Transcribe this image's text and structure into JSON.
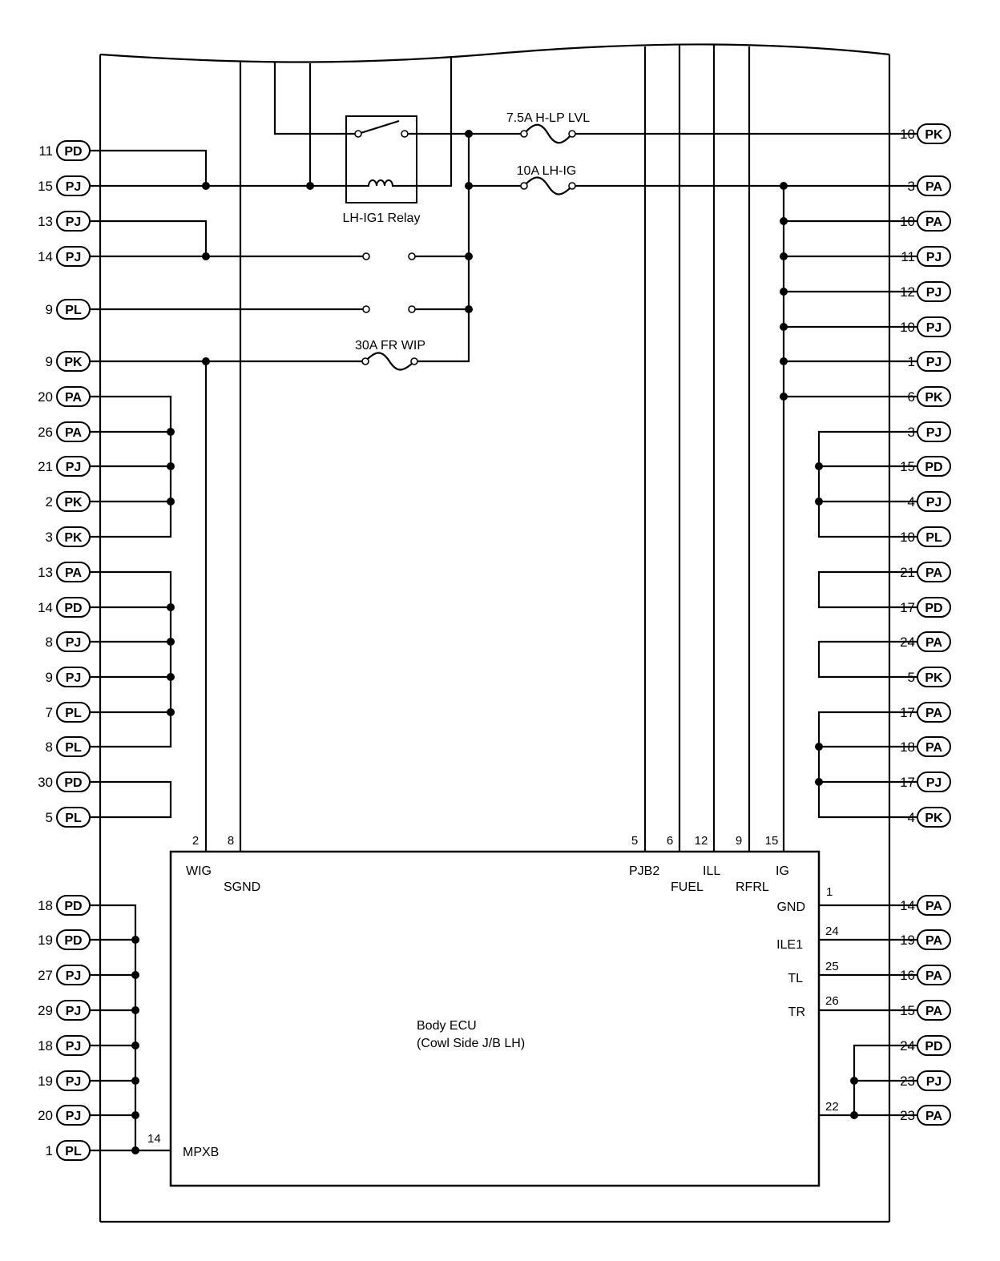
{
  "connectors_left": [
    {
      "pin": "11",
      "conn": "PD"
    },
    {
      "pin": "15",
      "conn": "PJ"
    },
    {
      "pin": "13",
      "conn": "PJ"
    },
    {
      "pin": "14",
      "conn": "PJ"
    },
    {
      "pin": "9",
      "conn": "PL"
    },
    {
      "pin": "9",
      "conn": "PK"
    },
    {
      "pin": "20",
      "conn": "PA"
    },
    {
      "pin": "26",
      "conn": "PA"
    },
    {
      "pin": "21",
      "conn": "PJ"
    },
    {
      "pin": "2",
      "conn": "PK"
    },
    {
      "pin": "3",
      "conn": "PK"
    },
    {
      "pin": "13",
      "conn": "PA"
    },
    {
      "pin": "14",
      "conn": "PD"
    },
    {
      "pin": "8",
      "conn": "PJ"
    },
    {
      "pin": "9",
      "conn": "PJ"
    },
    {
      "pin": "7",
      "conn": "PL"
    },
    {
      "pin": "8",
      "conn": "PL"
    },
    {
      "pin": "30",
      "conn": "PD"
    },
    {
      "pin": "5",
      "conn": "PL"
    },
    {
      "pin": "18",
      "conn": "PD"
    },
    {
      "pin": "19",
      "conn": "PD"
    },
    {
      "pin": "27",
      "conn": "PJ"
    },
    {
      "pin": "29",
      "conn": "PJ"
    },
    {
      "pin": "18",
      "conn": "PJ"
    },
    {
      "pin": "19",
      "conn": "PJ"
    },
    {
      "pin": "20",
      "conn": "PJ"
    },
    {
      "pin": "1",
      "conn": "PL"
    }
  ],
  "connectors_right": [
    {
      "pin": "10",
      "conn": "PK"
    },
    {
      "pin": "3",
      "conn": "PA"
    },
    {
      "pin": "10",
      "conn": "PA"
    },
    {
      "pin": "11",
      "conn": "PJ"
    },
    {
      "pin": "12",
      "conn": "PJ"
    },
    {
      "pin": "10",
      "conn": "PJ"
    },
    {
      "pin": "1",
      "conn": "PJ"
    },
    {
      "pin": "6",
      "conn": "PK"
    },
    {
      "pin": "3",
      "conn": "PJ"
    },
    {
      "pin": "15",
      "conn": "PD"
    },
    {
      "pin": "4",
      "conn": "PJ"
    },
    {
      "pin": "10",
      "conn": "PL"
    },
    {
      "pin": "21",
      "conn": "PA"
    },
    {
      "pin": "17",
      "conn": "PD"
    },
    {
      "pin": "24",
      "conn": "PA"
    },
    {
      "pin": "5",
      "conn": "PK"
    },
    {
      "pin": "17",
      "conn": "PA"
    },
    {
      "pin": "18",
      "conn": "PA"
    },
    {
      "pin": "17",
      "conn": "PJ"
    },
    {
      "pin": "4",
      "conn": "PK"
    },
    {
      "pin": "14",
      "conn": "PA"
    },
    {
      "pin": "19",
      "conn": "PA"
    },
    {
      "pin": "16",
      "conn": "PA"
    },
    {
      "pin": "15",
      "conn": "PA"
    },
    {
      "pin": "24",
      "conn": "PD"
    },
    {
      "pin": "23",
      "conn": "PJ"
    },
    {
      "pin": "23",
      "conn": "PA"
    }
  ],
  "fuses": {
    "hlp_lvl": "7.5A H-LP LVL",
    "lh_ig": "10A LH-IG",
    "fr_wip": "30A FR WIP"
  },
  "relay": {
    "label": "LH-IG1 Relay"
  },
  "ecu": {
    "title_line1": "Body ECU",
    "title_line2": "(Cowl Side J/B LH)",
    "top_pin_numbers": [
      "2",
      "8",
      "5",
      "6",
      "12",
      "9",
      "15"
    ],
    "signals_top": {
      "wig": "WIG",
      "sgnd": "SGND",
      "pjb2": "PJB2",
      "fuel": "FUEL",
      "ill": "ILL",
      "rfrl": "RFRL",
      "ig": "IG"
    },
    "right_pin_numbers": [
      "1",
      "24",
      "25",
      "26",
      "22"
    ],
    "signals_right": {
      "gnd": "GND",
      "ile1": "ILE1",
      "tl": "TL",
      "tr": "TR"
    },
    "left_pin_number": "14",
    "signal_left": "MPXB"
  }
}
